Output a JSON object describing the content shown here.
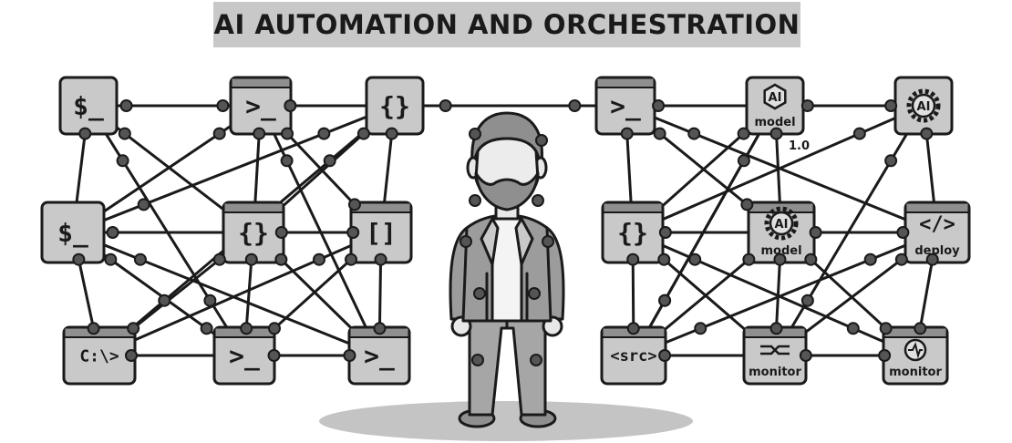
{
  "title": "AI AUTOMATION AND ORCHESTRATION",
  "colors": {
    "node_fill": "#c9c9c9",
    "node_header": "#8f8f8f",
    "stroke": "#1a1a1a",
    "dot": "#555555",
    "shadow": "#c4c4c4",
    "title_bg": "#c8c8c8"
  },
  "nodes": [
    {
      "id": "n1",
      "name": "bash-terminal-node",
      "icon": "dollar-prompt-icon",
      "label": "$_"
    },
    {
      "id": "n2",
      "name": "shell-prompt-node",
      "icon": "prompt-window-icon",
      "label": ">_"
    },
    {
      "id": "n3",
      "name": "code-braces-node",
      "icon": "curly-braces-icon",
      "label": "{}"
    },
    {
      "id": "n4",
      "name": "shell-prompt-node",
      "icon": "prompt-window-icon",
      "label": ">_"
    },
    {
      "id": "n5",
      "name": "ai-model-node",
      "icon": "ai-hexagon-icon",
      "label": "model",
      "badge": "AI",
      "version": "1.0"
    },
    {
      "id": "n6",
      "name": "ai-gear-node",
      "icon": "ai-gear-icon",
      "label": "",
      "badge": "AI"
    },
    {
      "id": "n7",
      "name": "bash-terminal-node",
      "icon": "dollar-prompt-icon",
      "label": "$_"
    },
    {
      "id": "n8",
      "name": "code-braces-node",
      "icon": "curly-braces-icon",
      "label": "{}"
    },
    {
      "id": "n9",
      "name": "array-brackets-node",
      "icon": "square-brackets-icon",
      "label": "[]"
    },
    {
      "id": "n10",
      "name": "code-braces-node",
      "icon": "curly-braces-icon",
      "label": "{}"
    },
    {
      "id": "n11",
      "name": "ai-model-node",
      "icon": "ai-gear-icon",
      "label": "model",
      "badge": "AI"
    },
    {
      "id": "n12",
      "name": "deploy-node",
      "icon": "code-flame-icon",
      "label": "deploy"
    },
    {
      "id": "n13",
      "name": "windows-cmd-node",
      "icon": "cmd-prompt-icon",
      "label": "C:\\>"
    },
    {
      "id": "n14",
      "name": "shell-prompt-node",
      "icon": "prompt-window-icon",
      "label": ">_"
    },
    {
      "id": "n15",
      "name": "shell-prompt-node",
      "icon": "prompt-window-icon",
      "label": ">_"
    },
    {
      "id": "n16",
      "name": "source-code-node",
      "icon": "src-tag-icon",
      "label": "<src>"
    },
    {
      "id": "n17",
      "name": "monitor-flow-node",
      "icon": "flow-arrows-icon",
      "label": "monitor"
    },
    {
      "id": "n18",
      "name": "monitor-pulse-node",
      "icon": "pulse-circle-icon",
      "label": "monitor"
    }
  ],
  "links": [
    [
      "n1",
      "n2"
    ],
    [
      "n2",
      "n3"
    ],
    [
      "n3",
      "n4"
    ],
    [
      "n4",
      "n5"
    ],
    [
      "n5",
      "n6"
    ],
    [
      "n7",
      "n8"
    ],
    [
      "n8",
      "n9"
    ],
    [
      "n10",
      "n11"
    ],
    [
      "n11",
      "n12"
    ],
    [
      "n13",
      "n14"
    ],
    [
      "n14",
      "n15"
    ],
    [
      "n16",
      "n17"
    ],
    [
      "n17",
      "n18"
    ],
    [
      "n1",
      "n7"
    ],
    [
      "n7",
      "n13"
    ],
    [
      "n2",
      "n8"
    ],
    [
      "n8",
      "n14"
    ],
    [
      "n3",
      "n9"
    ],
    [
      "n9",
      "n15"
    ],
    [
      "n4",
      "n10"
    ],
    [
      "n10",
      "n16"
    ],
    [
      "n5",
      "n11"
    ],
    [
      "n11",
      "n17"
    ],
    [
      "n6",
      "n12"
    ],
    [
      "n12",
      "n18"
    ],
    [
      "n1",
      "n8"
    ],
    [
      "n1",
      "n14"
    ],
    [
      "n2",
      "n7"
    ],
    [
      "n2",
      "n9"
    ],
    [
      "n2",
      "n15"
    ],
    [
      "n3",
      "n7"
    ],
    [
      "n3",
      "n8"
    ],
    [
      "n3",
      "n13"
    ],
    [
      "n7",
      "n15"
    ],
    [
      "n8",
      "n13"
    ],
    [
      "n8",
      "n15"
    ],
    [
      "n9",
      "n14"
    ],
    [
      "n9",
      "n13"
    ],
    [
      "n7",
      "n14"
    ],
    [
      "n4",
      "n12"
    ],
    [
      "n4",
      "n11"
    ],
    [
      "n5",
      "n10"
    ],
    [
      "n5",
      "n16"
    ],
    [
      "n6",
      "n10"
    ],
    [
      "n6",
      "n17"
    ],
    [
      "n10",
      "n17"
    ],
    [
      "n10",
      "n18"
    ],
    [
      "n11",
      "n16"
    ],
    [
      "n11",
      "n18"
    ],
    [
      "n12",
      "n17"
    ],
    [
      "n12",
      "n16"
    ],
    [
      "n16",
      "n5"
    ]
  ]
}
